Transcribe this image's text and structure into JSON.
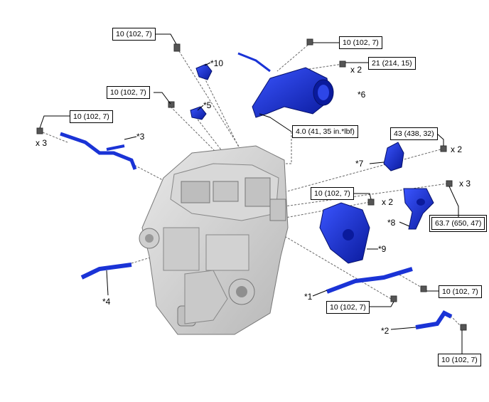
{
  "torque_specs": [
    {
      "id": "t1",
      "text": "10 (102, 7)"
    },
    {
      "id": "t2",
      "text": "10 (102, 7)"
    },
    {
      "id": "t3",
      "text": "21 (214, 15)"
    },
    {
      "id": "t4",
      "text": "10 (102, 7)"
    },
    {
      "id": "t5",
      "text": "10 (102, 7)"
    },
    {
      "id": "t6",
      "text": "4.0 (41, 35 in.*lbf)"
    },
    {
      "id": "t7",
      "text": "43 (438, 32)"
    },
    {
      "id": "t8",
      "text": "10 (102, 7)"
    },
    {
      "id": "t9",
      "text": "63.7 (650, 47)"
    },
    {
      "id": "t10",
      "text": "10 (102, 7)"
    },
    {
      "id": "t11",
      "text": "10 (102, 7)"
    },
    {
      "id": "t12",
      "text": "10 (102, 7)"
    }
  ],
  "quantities": {
    "x2_top": "x 2",
    "x3_left": "x 3",
    "x2_43": "x 2",
    "x3_right": "x 3",
    "x2_mid": "x 2"
  },
  "part_labels": {
    "p1": "*1",
    "p2": "*2",
    "p3": "*3",
    "p4": "*4",
    "p5": "*5",
    "p6": "*6",
    "p7": "*7",
    "p8": "*8",
    "p9": "*9",
    "p10": "*10"
  },
  "colors": {
    "part_blue": "#1a33d6",
    "part_blue_dark": "#0b1a8a",
    "engine_gray": "#cfcfcf",
    "engine_dark": "#8a8a8a"
  }
}
